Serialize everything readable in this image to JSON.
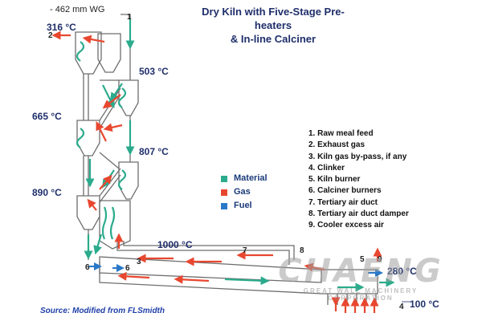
{
  "title_line1": "Dry Kiln with Five-Stage Pre-heaters",
  "title_line2": "& In-line Calciner",
  "pressure": "- 462 mm WG",
  "temperatures": {
    "t1": "316 °C",
    "t2": "503 °C",
    "t3": "665 °C",
    "t4": "807 °C",
    "t5": "890 °C",
    "t6": "1000 °C",
    "t7": "280 °C",
    "t8": "100 °C"
  },
  "point_labels": [
    "1",
    "2",
    "3",
    "4",
    "5",
    "6",
    "7",
    "8",
    "9",
    "6"
  ],
  "legend_items": [
    "1. Raw meal feed",
    "2. Exhaust gas",
    "3. Kiln gas by-pass, if any",
    "4. Clinker",
    "5. Kiln burner",
    "6. Calciner burners",
    "7. Tertiary air duct",
    "8. Tertiary air duct damper",
    "9. Cooler excess air"
  ],
  "key": {
    "material": "Material",
    "gas": "Gas",
    "fuel": "Fuel",
    "material_color": "#2bab8c",
    "gas_color": "#e8472f",
    "fuel_color": "#2979c8"
  },
  "source": "Source: Modified from FLSmidth",
  "watermark_main": "CHAENG",
  "watermark_sub": "GREAT WALL MACHINERY CORPORATION"
}
